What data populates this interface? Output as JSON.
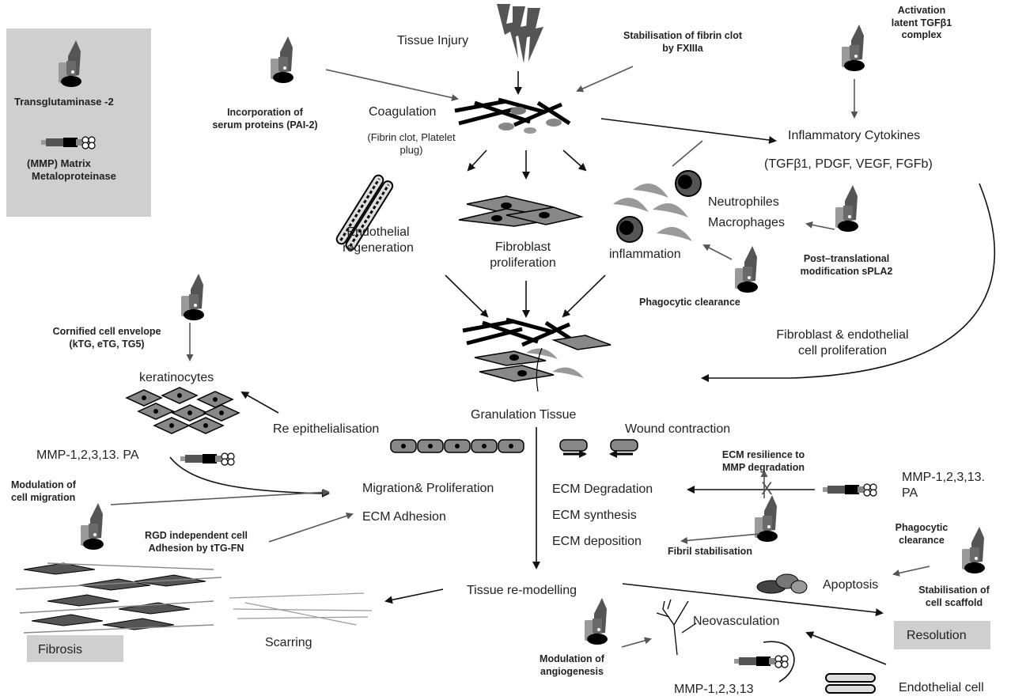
{
  "legend": {
    "transglutaminase": "Transglutaminase -2",
    "mmp_line1": "(MMP) Matrix",
    "mmp_line2": "Metaloproteinase"
  },
  "labels": {
    "tissue_injury": "Tissue Injury",
    "stabilisation_line1": "Stabilisation of fibrin clot",
    "stabilisation_line2": "by FXIIIa",
    "activation_line1": "Activation",
    "activation_line2": "latent TGFβ1",
    "activation_line3": "complex",
    "incorporation_line1": "Incorporation of",
    "incorporation_line2": "serum proteins (PAI-2)",
    "coagulation": "Coagulation",
    "fibrin_line1": "(Fibrin clot, Platelet",
    "fibrin_line2": "plug)",
    "cytokines": "Inflammatory Cytokines",
    "cytokine_list": "(TGFβ1, PDGF, VEGF, FGFb)",
    "neutrophiles": "Neutrophiles",
    "macrophages": "Macrophages",
    "endothelial_regen_line1": "Endothelial",
    "endothelial_regen_line2": "regeneration",
    "fibroblast_line1": "Fibroblast",
    "fibroblast_line2": "proliferation",
    "inflammation": "inflammation",
    "posttrans_line1": "Post–translational",
    "posttrans_line2": "modification sPLA2",
    "phagocytic_clearance": "Phagocytic clearance",
    "cornified_line1": "Cornified cell envelope",
    "cornified_line2": "(kTG, eTG, TG5)",
    "fibro_endo_line1": "Fibroblast & endothelial",
    "fibro_endo_line2": "cell proliferation",
    "keratinocytes": "keratinocytes",
    "granulation": "Granulation Tissue",
    "re_epithelialisation": "Re epithelialisation",
    "wound_contraction": "Wound contraction",
    "mmp_left": "MMP-1,2,3,13. PA",
    "ecm_resilience_line1": "ECM resilience to",
    "ecm_resilience_line2": "MMP degradation",
    "mmp_right_line1": "MMP-1,2,3,13.",
    "mmp_right_line2": "PA",
    "modulation_migration_line1": "Modulation of",
    "modulation_migration_line2": "cell migration",
    "migration": "Migration& Proliferation",
    "ecm_degradation": "ECM Degradation",
    "ecm_synthesis": "ECM synthesis",
    "ecm_adhesion": "ECM Adhesion",
    "ecm_deposition": "ECM deposition",
    "rgd_line1": "RGD independent cell",
    "rgd_line2": "Adhesion by tTG-FN",
    "fibril_stabilisation": "Fibril stabilisation",
    "phagocytic_right_line1": "Phagocytic",
    "phagocytic_right_line2": "clearance",
    "tissue_remodelling": "Tissue re-modelling",
    "apoptosis": "Apoptosis",
    "stab_scaffold_line1": "Stabilisation of",
    "stab_scaffold_line2": "cell scaffold",
    "neovasculation": "Neovasculation",
    "fibrosis": "Fibrosis",
    "scarring": "Scarring",
    "resolution": "Resolution",
    "modulation_angio_line1": "Modulation of",
    "modulation_angio_line2": "angiogenesis",
    "mmp_bottom": "MMP-1,2,3,13",
    "endothelial_cell": "Endothelial cell"
  },
  "colors": {
    "box_grey": "#cfcfcf",
    "arrow": "#111111",
    "soft_arrow": "#555555"
  }
}
